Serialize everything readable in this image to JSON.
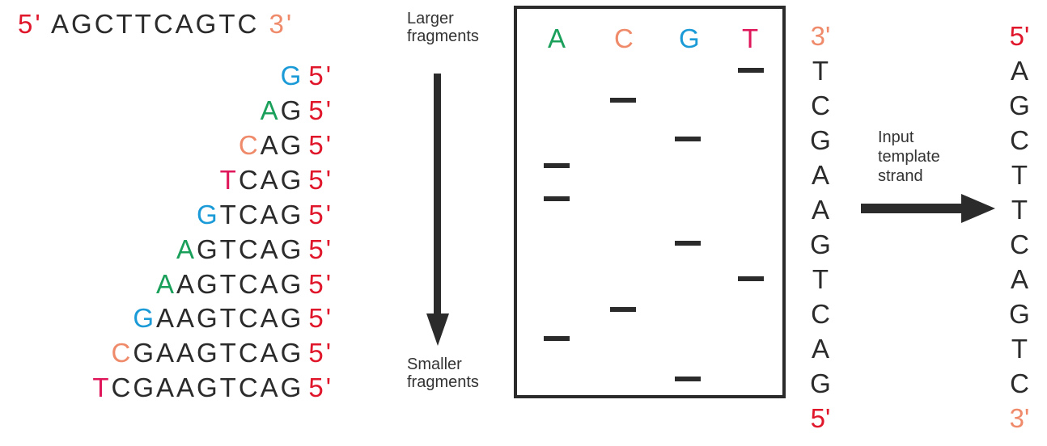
{
  "top_strand": {
    "end5": "5'",
    "sequence": "AGCTTCAGTC",
    "end3": "3'"
  },
  "fragments": [
    {
      "first": "G",
      "first_color": "#1a9ad6",
      "rest": "",
      "end": "5'"
    },
    {
      "first": "A",
      "first_color": "#1aa05a",
      "rest": "G",
      "end": "5'"
    },
    {
      "first": "C",
      "first_color": "#ef8a6a",
      "rest": "AG",
      "end": "5'"
    },
    {
      "first": "T",
      "first_color": "#e0165a",
      "rest": "CAG",
      "end": "5'"
    },
    {
      "first": "G",
      "first_color": "#1a9ad6",
      "rest": "TCAG",
      "end": "5'"
    },
    {
      "first": "A",
      "first_color": "#1aa05a",
      "rest": "GTCAG",
      "end": "5'"
    },
    {
      "first": "A",
      "first_color": "#1aa05a",
      "rest": "AGTCAG",
      "end": "5'"
    },
    {
      "first": "G",
      "first_color": "#1a9ad6",
      "rest": "AAGTCAG",
      "end": "5'"
    },
    {
      "first": "C",
      "first_color": "#ef8a6a",
      "rest": "GAAGTCAG",
      "end": "5'"
    },
    {
      "first": "T",
      "first_color": "#e0165a",
      "rest": "CGAAGTCAG",
      "end": "5'"
    }
  ],
  "size_arrow": {
    "top_label": "Larger\nfragments",
    "bottom_label": "Smaller\nfragments"
  },
  "gel": {
    "lanes": [
      {
        "label": "A",
        "color": "#1aa05a"
      },
      {
        "label": "C",
        "color": "#ef8a6a"
      },
      {
        "label": "G",
        "color": "#1a9ad6"
      },
      {
        "label": "T",
        "color": "#e0165a"
      }
    ],
    "band_lanes": [
      "T",
      "C",
      "G",
      "A",
      "A",
      "G",
      "T",
      "C",
      "A",
      "G"
    ]
  },
  "readout": {
    "top_end": "3'",
    "letters": [
      "T",
      "C",
      "G",
      "A",
      "A",
      "G",
      "T",
      "C",
      "A",
      "G"
    ],
    "bottom_end": "5'"
  },
  "template_arrow_label": "Input\ntemplate\nstrand",
  "template": {
    "top_end": "5'",
    "letters": [
      "A",
      "G",
      "C",
      "T",
      "T",
      "C",
      "A",
      "G",
      "T",
      "C"
    ],
    "bottom_end": "3'"
  },
  "colors": {
    "five_prime": "#e0162b",
    "three_prime": "#ef8a6a",
    "text": "#2b2b2b"
  }
}
